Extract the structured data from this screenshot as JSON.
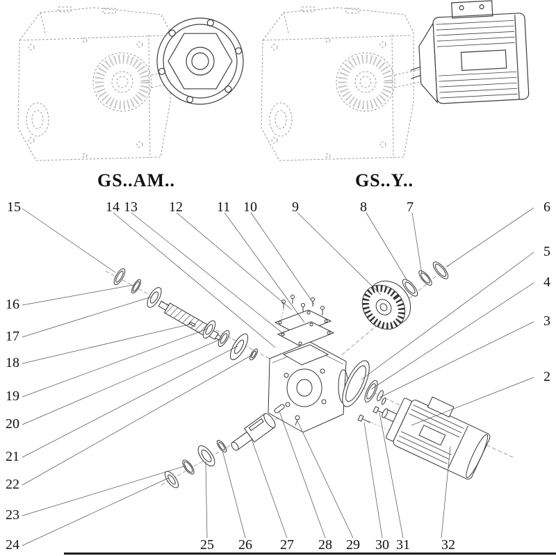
{
  "diagram": {
    "variants": [
      {
        "label": "GS..AM.."
      },
      {
        "label": "GS..Y.."
      }
    ],
    "callouts": [
      "15",
      "14",
      "13",
      "12",
      "11",
      "10",
      "9",
      "8",
      "7",
      "6",
      "5",
      "4",
      "3",
      "2",
      "16",
      "17",
      "18",
      "19",
      "20",
      "21",
      "22",
      "23",
      "24",
      "25",
      "26",
      "27",
      "28",
      "29",
      "30",
      "31",
      "32"
    ],
    "colors": {
      "background": "#ffffff",
      "solid_line": "#333333",
      "dashed_line": "#9a9a9a",
      "text": "#111111"
    }
  }
}
